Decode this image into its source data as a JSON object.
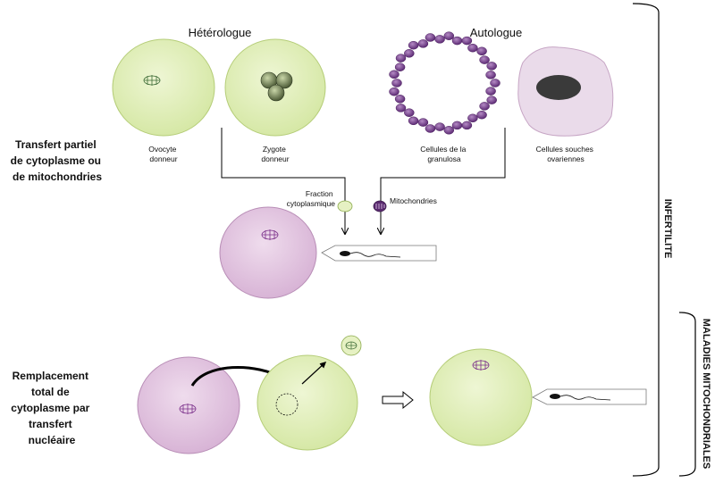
{
  "headers": {
    "heterologue": "Hétérologue",
    "autologue": "Autologue"
  },
  "cells": {
    "ovocyte": [
      "Ovocyte",
      "donneur"
    ],
    "zygote": [
      "Zygote",
      "donneur"
    ],
    "granulosa": [
      "Cellules de la",
      "granulosa"
    ],
    "souches": [
      "Cellules souches",
      "ovariennes"
    ]
  },
  "transfer": {
    "fraction": [
      "Fraction",
      "cytoplasmique"
    ],
    "mitochondries": "Mitochondries"
  },
  "left_labels": {
    "partiel": [
      "Transfert partiel",
      "de cytoplasme ou",
      "de mitochondries"
    ],
    "total": [
      "Remplacement",
      "total de",
      "cytoplasme par",
      "transfert",
      "nucléaire"
    ]
  },
  "right_labels": {
    "infertilite": "INFERTILITE",
    "maladies": "MALADIES MITOCHONDRIALES"
  },
  "colors": {
    "green_fill": "#dfeeb7",
    "green_stroke": "#b5cd78",
    "lilac_fill": "#e3c6e1",
    "lilac_stroke": "#b88db6",
    "purple_dot": "#7a3d8f",
    "line": "#000000"
  }
}
